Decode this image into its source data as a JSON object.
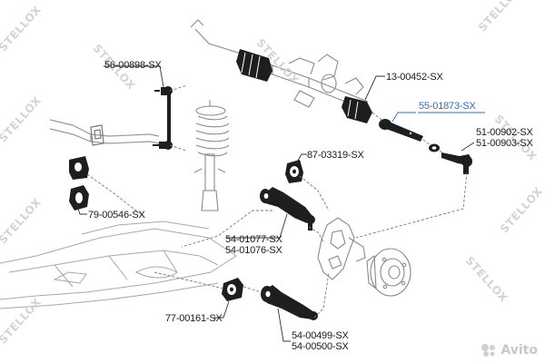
{
  "diagram": {
    "labels": {
      "l1": "56-00898-SX",
      "l2": "13-00452-SX",
      "l3": "55-01873-SX",
      "l4": "51-00902-SX",
      "l5": "51-00903-SX",
      "l6": "87-03319-SX",
      "l7": "79-00546-SX",
      "l8": "54-01077-SX",
      "l9": "54-01076-SX",
      "l10": "77-00161-SX",
      "l11": "54-00499-SX",
      "l12": "54-00500-SX"
    },
    "highlight_color": "#2a6fc9",
    "part_color": "#1e1e1e",
    "outline_color": "#9a9a9a"
  },
  "watermark": {
    "brand": "STELLOX",
    "avito": "Avito"
  }
}
